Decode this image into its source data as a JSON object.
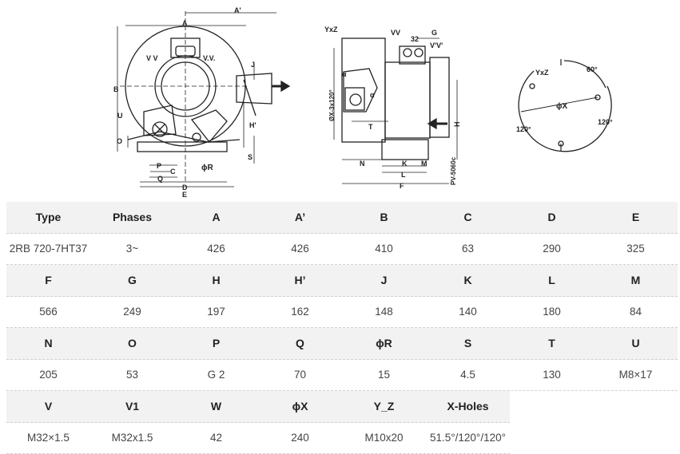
{
  "drawing": {
    "front_view": {
      "label_a": "A",
      "label_a_prime": "A'",
      "label_vv_left": "V V",
      "label_vv_right": "V.V.",
      "label_j": "J",
      "label_b": "B",
      "label_h_prime": "H'",
      "label_u": "U",
      "label_o": "O",
      "label_s": "S",
      "label_p": "P",
      "label_c": "C",
      "label_q": "Q",
      "label_d": "D",
      "label_e": "E",
      "label_phi_r": "ϕR"
    },
    "side_view": {
      "label_yxz": "YxZ",
      "label_vv": "VV",
      "label_32": "32",
      "label_g": "G",
      "label_v_prime_v": "V'V'",
      "label_x_holes": "ØX-3x120°",
      "label_alpha_1": "α",
      "label_alpha_2": "α",
      "label_t": "T",
      "label_h": "H",
      "label_n": "N",
      "label_k": "K",
      "label_m": "M",
      "label_l": "L",
      "label_f": "F",
      "label_model": "PV-5060c"
    },
    "flange_view": {
      "label_yxz": "YxZ",
      "label_60": "60°",
      "label_phi_x": "ϕX",
      "label_120_left": "120°",
      "label_120_right": "120°"
    }
  },
  "table": {
    "rows": [
      {
        "kind": "hdr",
        "cells": [
          "Type",
          "Phases",
          "A",
          "A’",
          "B",
          "C",
          "D",
          "E"
        ]
      },
      {
        "kind": "val",
        "cells": [
          "2RB 720-7HT37",
          "3~",
          "426",
          "426",
          "410",
          "63",
          "290",
          "325"
        ]
      },
      {
        "kind": "hdr",
        "cells": [
          "F",
          "G",
          "H",
          "H’",
          "J",
          "K",
          "L",
          "M"
        ]
      },
      {
        "kind": "val",
        "cells": [
          "566",
          "249",
          "197",
          "162",
          "148",
          "140",
          "180",
          "84"
        ]
      },
      {
        "kind": "hdr",
        "cells": [
          "N",
          "O",
          "P",
          "Q",
          "ϕR",
          "S",
          "T",
          "U"
        ]
      },
      {
        "kind": "val",
        "cells": [
          "205",
          "53",
          "G 2",
          "70",
          "15",
          "4.5",
          "130",
          "M8×17"
        ]
      },
      {
        "kind": "hdr",
        "cells": [
          "V",
          "V1",
          "W",
          "ϕX",
          "Y_Z",
          "X-Holes"
        ]
      },
      {
        "kind": "val",
        "cells": [
          "M32×1.5",
          "M32x1.5",
          "42",
          "240",
          "M10x20",
          "51.5°/120°/120°"
        ]
      }
    ]
  }
}
